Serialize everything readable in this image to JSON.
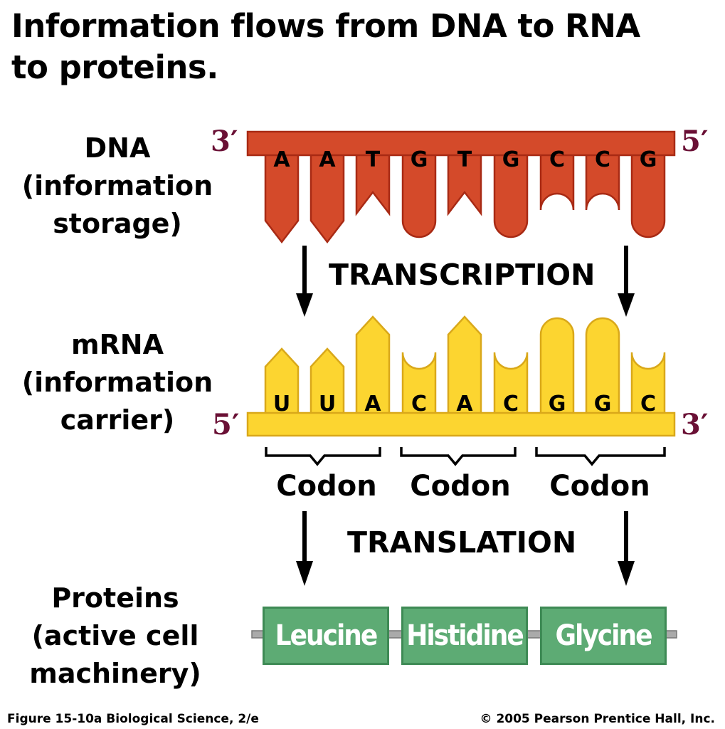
{
  "title": {
    "line1": "Information flows from DNA to RNA",
    "line2": "to proteins."
  },
  "dna": {
    "label_line1": "DNA",
    "label_line2": "(information",
    "label_line3": "storage)",
    "end_left": "3′",
    "end_right": "5′",
    "bases": [
      "A",
      "A",
      "T",
      "G",
      "T",
      "G",
      "C",
      "C",
      "G"
    ]
  },
  "transcription": "TRANSCRIPTION",
  "mrna": {
    "label_line1": "mRNA",
    "label_line2": "(information",
    "label_line3": "carrier)",
    "end_left": "5′",
    "end_right": "3′",
    "bases": [
      "U",
      "U",
      "A",
      "C",
      "A",
      "C",
      "G",
      "G",
      "C"
    ]
  },
  "codons": [
    "Codon",
    "Codon",
    "Codon"
  ],
  "translation": "TRANSLATION",
  "proteins": {
    "label_line1": "Proteins",
    "label_line2": "(active cell",
    "label_line3": "machinery)",
    "amino_acids": [
      "Leucine",
      "Histidine",
      "Glycine"
    ]
  },
  "footer": {
    "left": "Figure 15-10a   Biological Science, 2/e",
    "right": "© 2005 Pearson Prentice Hall, Inc."
  },
  "colors": {
    "dna_fill": "#d44a2a",
    "dna_stroke": "#a82a14",
    "mrna_fill": "#fcd530",
    "mrna_stroke": "#d9a81a",
    "protein_fill": "#5dab74",
    "end_label": "#6a1035"
  }
}
